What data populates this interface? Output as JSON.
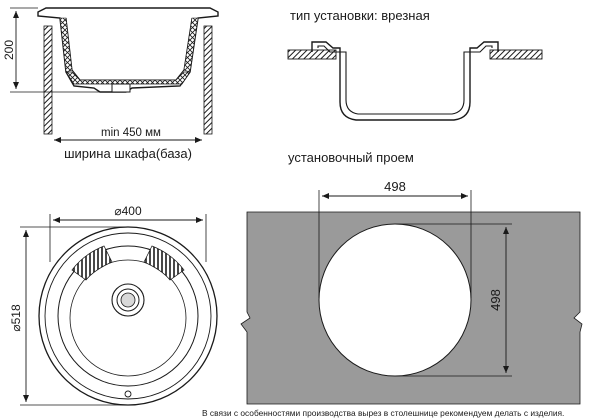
{
  "side_view": {
    "dim_height": "200",
    "dim_cabinet_min": "min 450 мм",
    "cabinet_width_label": "ширина шкафа(база)"
  },
  "install_type": {
    "label": "тип установки: врезная"
  },
  "cutout": {
    "title": "установочный проем",
    "dim_width": "498",
    "dim_height": "498"
  },
  "top_view": {
    "dim_diameter_inner": "⌀400",
    "dim_diameter_outer": "⌀518"
  },
  "footer": {
    "note": "В связи с особенностями производства вырез в столешнице рекомендуем делать с изделия."
  },
  "colors": {
    "countertop_gray": "#9a9a9a",
    "line": "#1a1a1a"
  }
}
